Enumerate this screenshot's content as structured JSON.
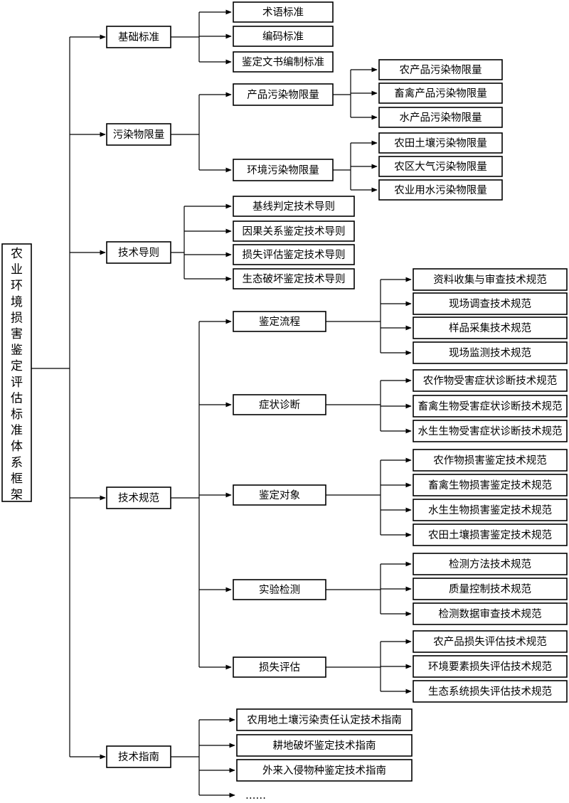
{
  "root": "农业环境损害鉴定评估标准体系框架",
  "branches": [
    {
      "label": "基础标准",
      "children": [
        {
          "label": "术语标准"
        },
        {
          "label": "编码标准"
        },
        {
          "label": "鉴定文书编制标准"
        }
      ]
    },
    {
      "label": "污染物限量",
      "children": [
        {
          "label": "产品污染物限量",
          "children": [
            {
              "label": "农产品污染物限量"
            },
            {
              "label": "畜禽产品污染物限量"
            },
            {
              "label": "水产品污染物限量"
            }
          ]
        },
        {
          "label": "环境污染物限量",
          "children": [
            {
              "label": "农田土壤污染物限量"
            },
            {
              "label": "农区大气污染物限量"
            },
            {
              "label": "农业用水污染物限量"
            }
          ]
        }
      ]
    },
    {
      "label": "技术导则",
      "children": [
        {
          "label": "基线判定技术导则"
        },
        {
          "label": "因果关系鉴定技术导则"
        },
        {
          "label": "损失评估鉴定技术导则"
        },
        {
          "label": "生态破坏鉴定技术导则"
        }
      ]
    },
    {
      "label": "技术规范",
      "children": [
        {
          "label": "鉴定流程",
          "children": [
            {
              "label": "资料收集与审查技术规范"
            },
            {
              "label": "现场调查技术规范"
            },
            {
              "label": "样品采集技术规范"
            },
            {
              "label": "现场监测技术规范"
            }
          ]
        },
        {
          "label": "症状诊断",
          "children": [
            {
              "label": "农作物受害症状诊断技术规范"
            },
            {
              "label": "畜禽生物受害症状诊断技术规范"
            },
            {
              "label": "水生生物受害症状诊断技术规范"
            }
          ]
        },
        {
          "label": "鉴定对象",
          "children": [
            {
              "label": "农作物损害鉴定技术规范"
            },
            {
              "label": "畜禽生物损害鉴定技术规范"
            },
            {
              "label": "水生生物损害鉴定技术规范"
            },
            {
              "label": "农田土壤损害鉴定技术规范"
            }
          ]
        },
        {
          "label": "实验检测",
          "children": [
            {
              "label": "检测方法技术规范"
            },
            {
              "label": "质量控制技术规范"
            },
            {
              "label": "检测数据审查技术规范"
            }
          ]
        },
        {
          "label": "损失评估",
          "children": [
            {
              "label": "农产品损失评估技术规范"
            },
            {
              "label": "环境要素损失评估技术规范"
            },
            {
              "label": "生态系统损失评估技术规范"
            }
          ]
        }
      ]
    },
    {
      "label": "技术指南",
      "children": [
        {
          "label": "农用地土壤污染责任认定技术指南"
        },
        {
          "label": "耕地破坏鉴定技术指南"
        },
        {
          "label": "外来入侵物种鉴定技术指南"
        },
        {
          "label": "……",
          "plain": true
        }
      ]
    }
  ]
}
